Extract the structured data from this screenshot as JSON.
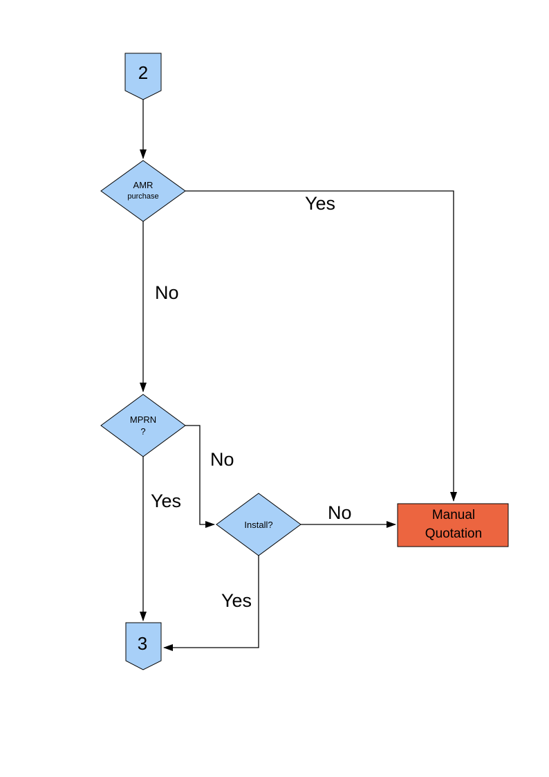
{
  "colors": {
    "background": "#FFFFFF",
    "node_fill": "#A8D0F8",
    "node_border": "#000000",
    "alert_fill": "#EC6540",
    "line": "#000000",
    "text": "#000000"
  },
  "nodes": {
    "offpage_connector_2": {
      "label": "2"
    },
    "decision_amr": {
      "line1": "AMR",
      "line2": "purchase"
    },
    "decision_mprn": {
      "line1": "MPRN",
      "line2": "?"
    },
    "decision_install": {
      "label": "Install?"
    },
    "process_manual_quotation": {
      "line1": "Manual",
      "line2": "Quotation"
    },
    "offpage_connector_3": {
      "label": "3"
    }
  },
  "edge_labels": {
    "amr_yes": "Yes",
    "amr_no": "No",
    "mprn_no": "No",
    "mprn_yes": "Yes",
    "install_no": "No",
    "install_yes": "Yes"
  }
}
